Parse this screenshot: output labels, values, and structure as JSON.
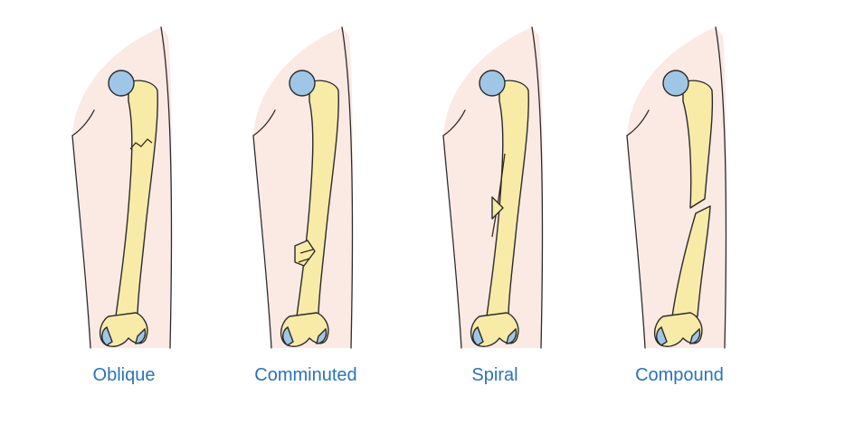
{
  "panels": [
    {
      "label": "Oblique",
      "type": "oblique",
      "color": "#2a73b8"
    },
    {
      "label": "Comminuted",
      "type": "comminuted",
      "color": "#2a73b8"
    },
    {
      "label": "Spiral",
      "type": "spiral",
      "color": "#2a73b8"
    },
    {
      "label": "Compound",
      "type": "compound",
      "color": "#2a73b8"
    }
  ],
  "colors": {
    "bone": "#f8eba8",
    "bone_head": "#9fc6e6",
    "skin": "#fbe9e4",
    "label_text": "#2a73b8"
  }
}
